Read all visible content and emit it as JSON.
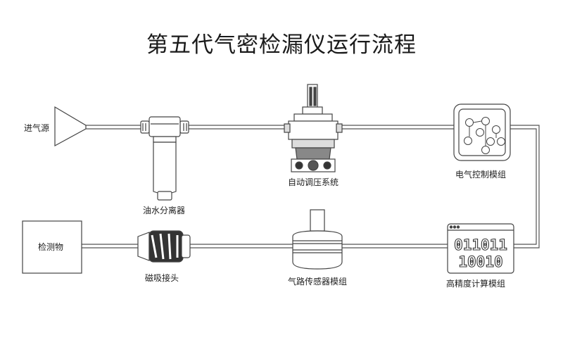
{
  "title": "第五代气密检漏仪运行流程",
  "labels": {
    "gas_source": "进气源",
    "separator": "油水分离器",
    "regulator": "自动调压系统",
    "control": "电气控制模组",
    "test_object": "检测物",
    "connector": "磁吸接头",
    "sensor": "气路传感器模组",
    "compute": "高精度计算模组"
  },
  "compute_display": {
    "line1": "011011",
    "line2": "10010"
  },
  "colors": {
    "line": "#555555",
    "fill_light": "#f4f4f4",
    "fill_dark": "#3a3a3a"
  }
}
